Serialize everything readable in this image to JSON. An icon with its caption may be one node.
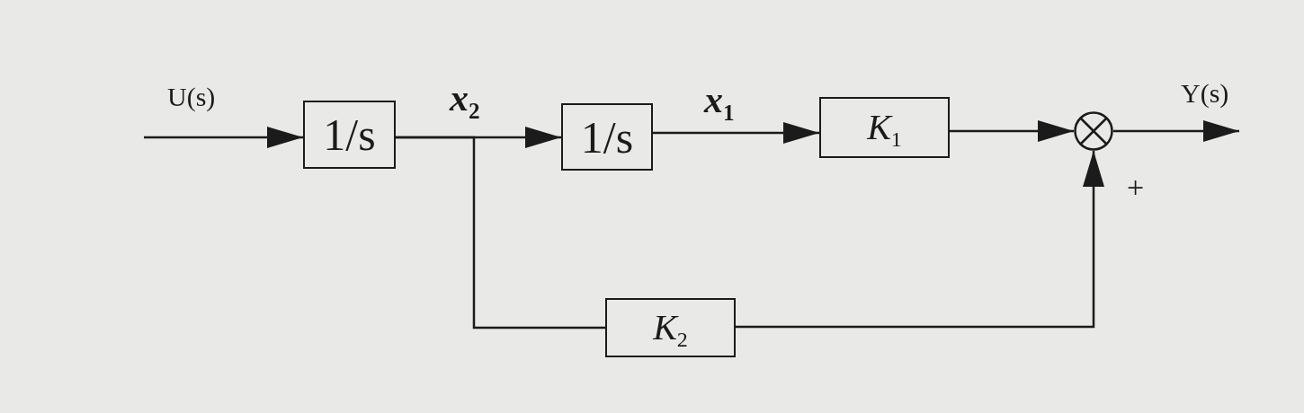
{
  "diagram": {
    "nodes": [
      {
        "text": [
          "1/s"
        ]
      },
      {
        "text": [
          "1/s"
        ]
      },
      {
        "text": [
          "*K*$_{1}$"
        ]
      },
      {
        "text": [
          "*K*$_{2}$"
        ]
      },
      {
        "text": [],
        "shape": "circle"
      }
    ],
    "edges": [
      {
        "from": null,
        "to": 0,
        "arrow": "to",
        "label": "U(s)"
      },
      {
        "from": 0,
        "to": 1,
        "arrow": "to",
        "label": "*x*$_{2}$"
      },
      {
        "from": 0,
        "to": 3,
        "arrow": "none"
      },
      {
        "from": 1,
        "to": 2,
        "arrow": "to",
        "label": "*x*$_{1}$"
      },
      {
        "from": 2,
        "to": 4,
        "arrow": "to"
      },
      {
        "from": 3,
        "to": 4,
        "arrow": "to"
      },
      {
        "from": 4,
        "to": null,
        "arrow": "to",
        "label": "Y(s)"
      }
    ],
    "labels": [
      "+"
    ]
  }
}
